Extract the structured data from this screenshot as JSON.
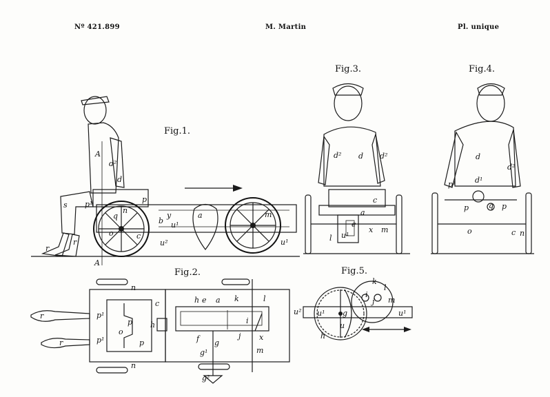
{
  "header": {
    "patent_number": "Nº 421.899",
    "inventor": "M. Martin",
    "plate": "Pl. unique"
  },
  "figures": [
    {
      "id": "fig1",
      "caption": "Fig.1."
    },
    {
      "id": "fig2",
      "caption": "Fig.2."
    },
    {
      "id": "fig3",
      "caption": "Fig.3."
    },
    {
      "id": "fig4",
      "caption": "Fig.4."
    },
    {
      "id": "fig5",
      "caption": "Fig.5."
    }
  ],
  "labels": {
    "fig1": [
      "A",
      "d²",
      "d",
      "p",
      "s",
      "p¹",
      "r",
      "r",
      "n",
      "q",
      "b",
      "o",
      "c",
      "y",
      "u¹",
      "u²",
      "a",
      "m",
      "u¹",
      "A"
    ],
    "fig2": [
      "n",
      "c",
      "a",
      "k",
      "l",
      "h",
      "e",
      "r",
      "p¹",
      "p",
      "o",
      "p",
      "p¹",
      "r",
      "h",
      "f",
      "g",
      "i",
      "j",
      "x",
      "m",
      "g¹",
      "g²",
      "n"
    ],
    "fig3": [
      "d²",
      "d",
      "d²",
      "c",
      "a",
      "e",
      "x",
      "m",
      "u¹",
      "l"
    ],
    "fig4": [
      "p¹",
      "d¹",
      "d",
      "d²",
      "p",
      "q",
      "p",
      "o",
      "c",
      "n"
    ],
    "fig5": [
      "k",
      "l",
      "i",
      "j",
      "m",
      "u²",
      "u¹",
      "g",
      "u¹",
      "u",
      "h"
    ]
  },
  "colors": {
    "ink": "#1a1a1a",
    "paper": "#fdfdfb"
  }
}
